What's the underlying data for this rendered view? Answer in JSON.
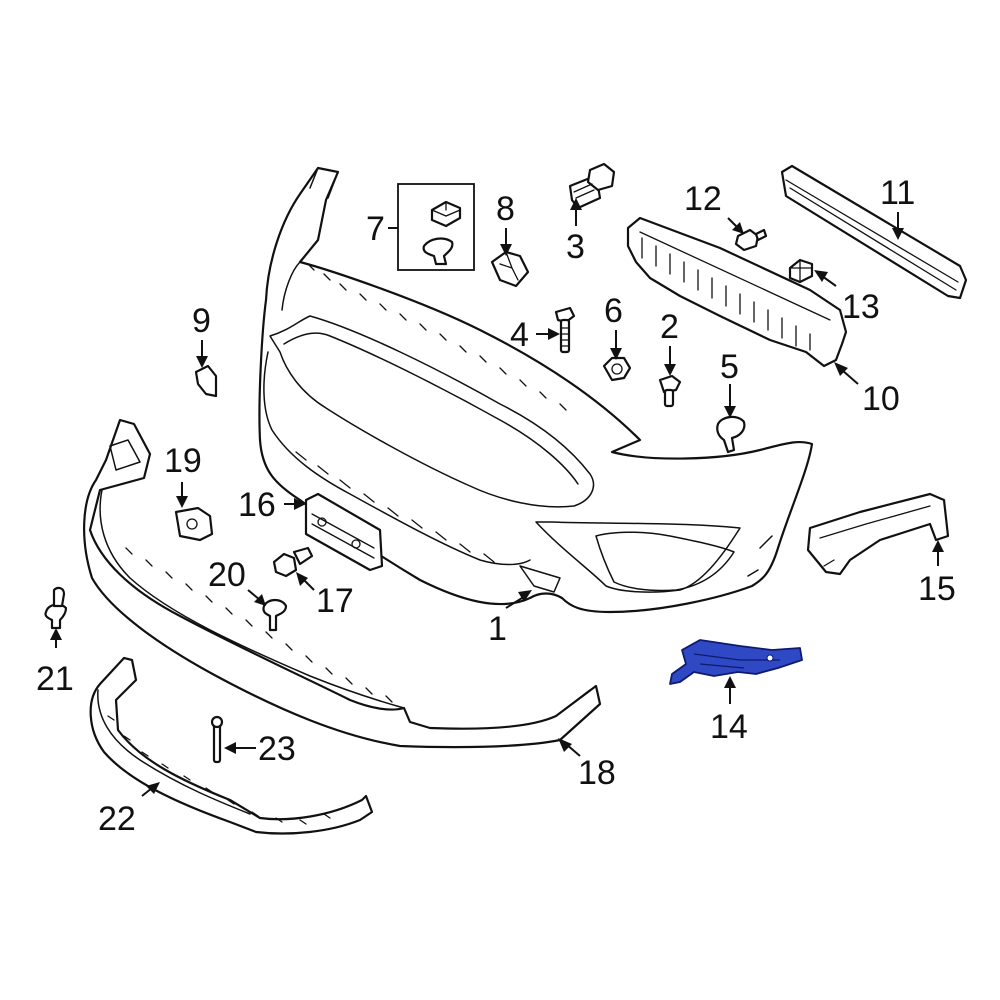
{
  "diagram": {
    "highlight_color": "#2f49c4",
    "callouts": [
      {
        "id": "1",
        "label": "1"
      },
      {
        "id": "2",
        "label": "2"
      },
      {
        "id": "3",
        "label": "3"
      },
      {
        "id": "4",
        "label": "4"
      },
      {
        "id": "5",
        "label": "5"
      },
      {
        "id": "6",
        "label": "6"
      },
      {
        "id": "7",
        "label": "7"
      },
      {
        "id": "8",
        "label": "8"
      },
      {
        "id": "9",
        "label": "9"
      },
      {
        "id": "10",
        "label": "10"
      },
      {
        "id": "11",
        "label": "11"
      },
      {
        "id": "12",
        "label": "12"
      },
      {
        "id": "13",
        "label": "13"
      },
      {
        "id": "14",
        "label": "14",
        "highlighted": true
      },
      {
        "id": "15",
        "label": "15"
      },
      {
        "id": "16",
        "label": "16"
      },
      {
        "id": "17",
        "label": "17"
      },
      {
        "id": "18",
        "label": "18"
      },
      {
        "id": "19",
        "label": "19"
      },
      {
        "id": "20",
        "label": "20"
      },
      {
        "id": "21",
        "label": "21"
      },
      {
        "id": "22",
        "label": "22"
      },
      {
        "id": "23",
        "label": "23"
      }
    ]
  }
}
